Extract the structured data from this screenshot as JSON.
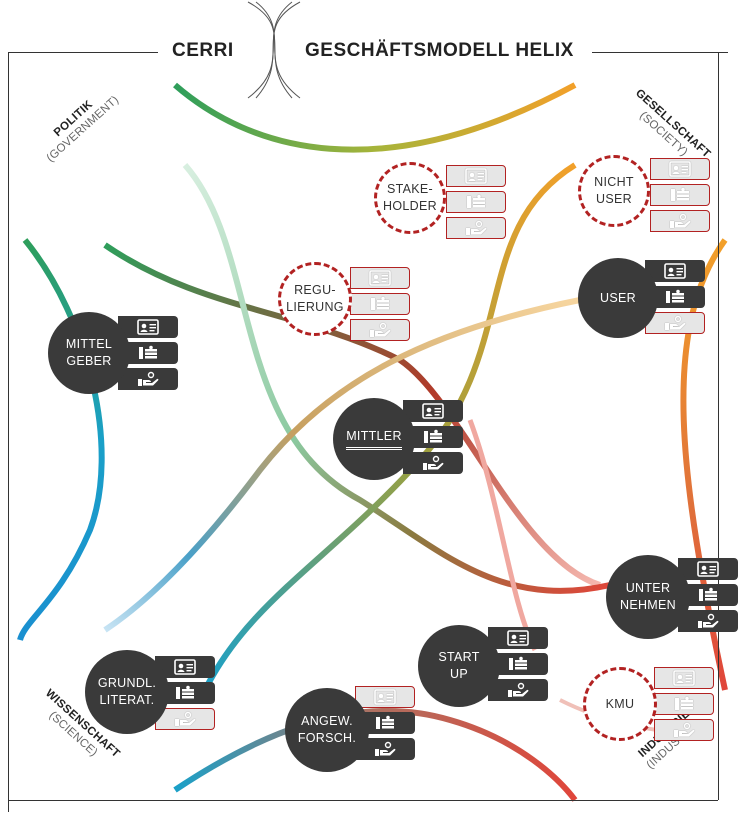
{
  "title": {
    "left": "CERRI",
    "right": "GESCHÄFTSMODELL HELIX"
  },
  "corners": {
    "top_left": {
      "main": "POLITIK",
      "sub": "(GOVERNMENT)"
    },
    "top_right": {
      "main": "GESELLSCHAFT",
      "sub": "(SOCIETY)"
    },
    "bottom_left": {
      "main": "WISSENSCHAFT",
      "sub": "(SCIENCE)"
    },
    "bottom_right": {
      "main": "INDUSTRIE",
      "sub": "(INDUSTRY)"
    }
  },
  "nodes": [
    {
      "id": "stakeholder",
      "label": "STAKE-\nHOLDER",
      "style": "dashed"
    },
    {
      "id": "nicht-user",
      "label": "NICHT\nUSER",
      "style": "dashed"
    },
    {
      "id": "regulierung",
      "label": "REGU-\nLIERUNG",
      "style": "dashed"
    },
    {
      "id": "user",
      "label": "USER",
      "style": "solid"
    },
    {
      "id": "mittelgeber",
      "label": "MITTEL\nGEBER",
      "style": "solid"
    },
    {
      "id": "mittler",
      "label": "MITTLER",
      "style": "solid"
    },
    {
      "id": "unternehmen",
      "label": "UNTER\nNEHMEN",
      "style": "solid"
    },
    {
      "id": "startup",
      "label": "START\nUP",
      "style": "solid"
    },
    {
      "id": "kmu",
      "label": "KMU",
      "style": "dashed"
    },
    {
      "id": "grundl",
      "label": "GRUNDL.\nLITERAT.",
      "style": "solid"
    },
    {
      "id": "angew",
      "label": "ANGEW.\nFORSCH.",
      "style": "solid"
    }
  ],
  "tab_icons": [
    "id-card-icon",
    "money-stack-icon",
    "hand-offer-icon"
  ],
  "colors": {
    "dark": "#3a3a3a",
    "dashed_red": "#b22222",
    "green": "#2e9e5b",
    "teal": "#1aa0c8",
    "orange": "#f2a02a",
    "red": "#e0453a",
    "olive": "#a6b43a"
  }
}
